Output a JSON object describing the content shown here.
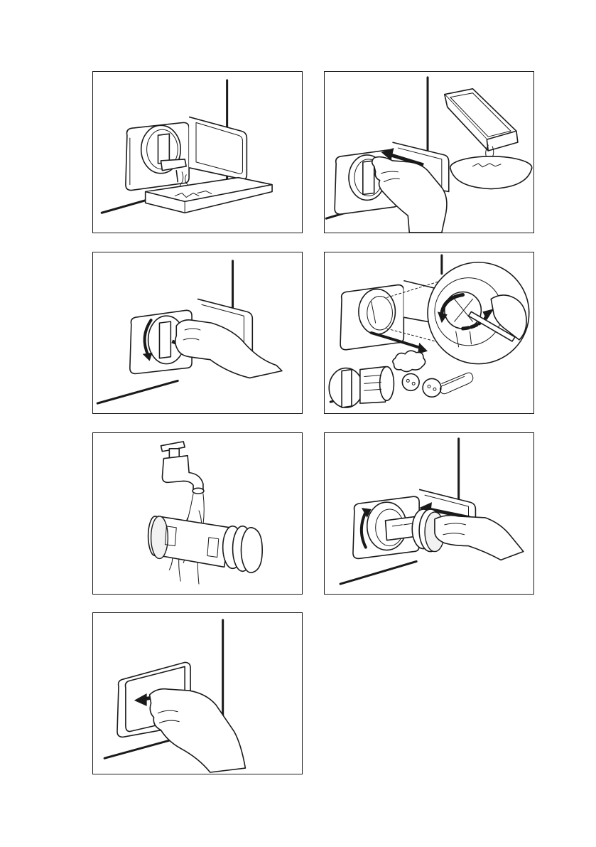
{
  "figures": [
    {
      "id": 1,
      "icon": "drain-water-into-tray-illustration"
    },
    {
      "id": 2,
      "icon": "push-filter-pour-water-into-bowl-illustration"
    },
    {
      "id": 3,
      "icon": "turn-and-pull-out-filter-illustration"
    },
    {
      "id": 4,
      "icon": "remove-fluff-and-objects-illustration"
    },
    {
      "id": 5,
      "icon": "rinse-filter-under-tap-illustration"
    },
    {
      "id": 6,
      "icon": "insert-and-turn-filter-illustration"
    },
    {
      "id": 7,
      "icon": "close-filter-door-illustration"
    }
  ]
}
